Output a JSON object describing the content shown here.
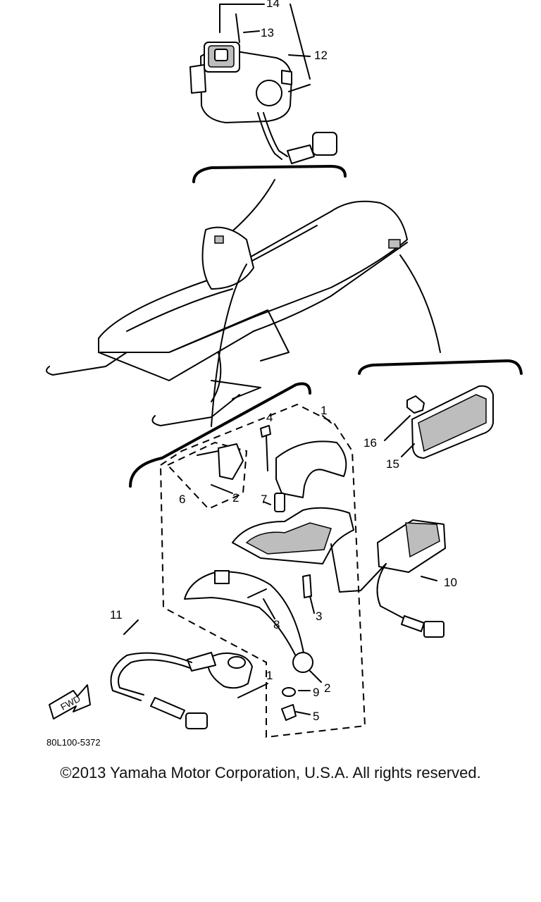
{
  "diagram": {
    "drawing_code": "80L100-5372",
    "fwd_label": "FWD",
    "callouts": [
      "1",
      "2",
      "3",
      "4",
      "5",
      "6",
      "7",
      "8",
      "9",
      "10",
      "11",
      "12",
      "13",
      "14",
      "15",
      "16"
    ],
    "sub_callout_1": "1"
  },
  "footer": {
    "copyright": "©2013 Yamaha Motor Corporation, U.S.A. All rights reserved."
  }
}
